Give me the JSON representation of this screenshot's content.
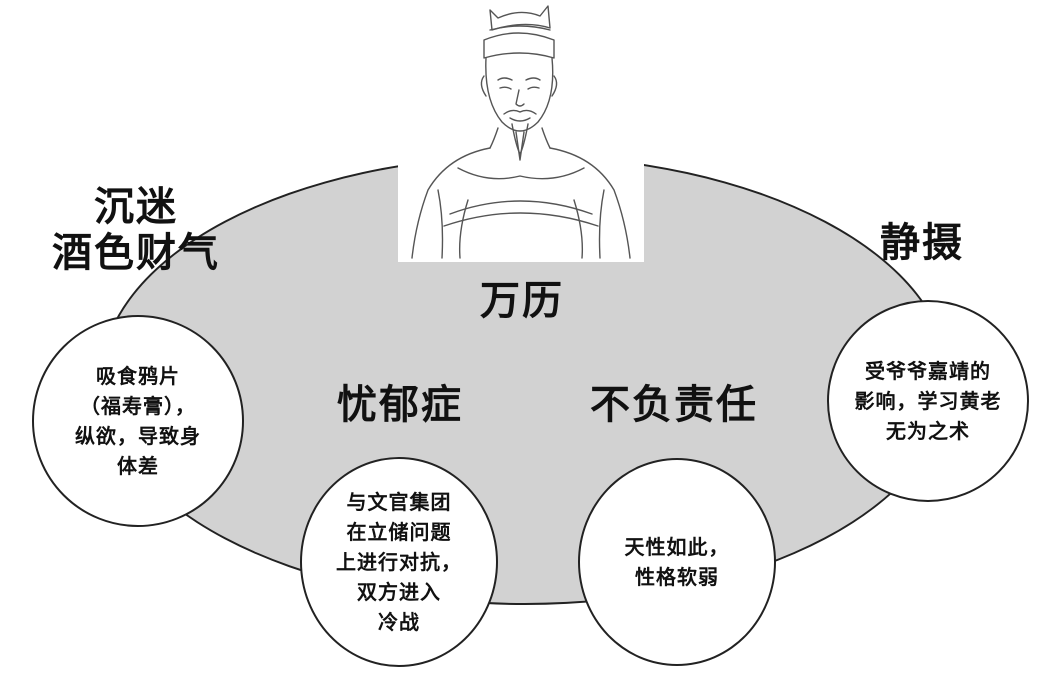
{
  "diagram": {
    "center": {
      "label": "万历"
    },
    "top_left": {
      "label_line1": "沉迷",
      "label_line2": "酒色财气"
    },
    "top_right": {
      "label": "静摄"
    },
    "mid_left": {
      "label": "忧郁症"
    },
    "mid_right": {
      "label": "不负责任"
    },
    "circles": {
      "left": [
        "吸食鸦片",
        "（福寿膏），",
        "纵欲，导致身",
        "体差"
      ],
      "right": [
        "受爷爷嘉靖的",
        "影响，学习黄老",
        "无为之术"
      ],
      "mid_left": [
        "与文官集团",
        "在立储问题",
        "上进行对抗，",
        "双方进入",
        "冷战"
      ],
      "mid_right": [
        "天性如此，",
        "性格软弱"
      ]
    },
    "portrait_icon": "emperor-portrait-icon",
    "colors": {
      "ellipse_fill": "#d2d2d2",
      "outline": "#222222",
      "circle_fill": "#ffffff"
    }
  }
}
